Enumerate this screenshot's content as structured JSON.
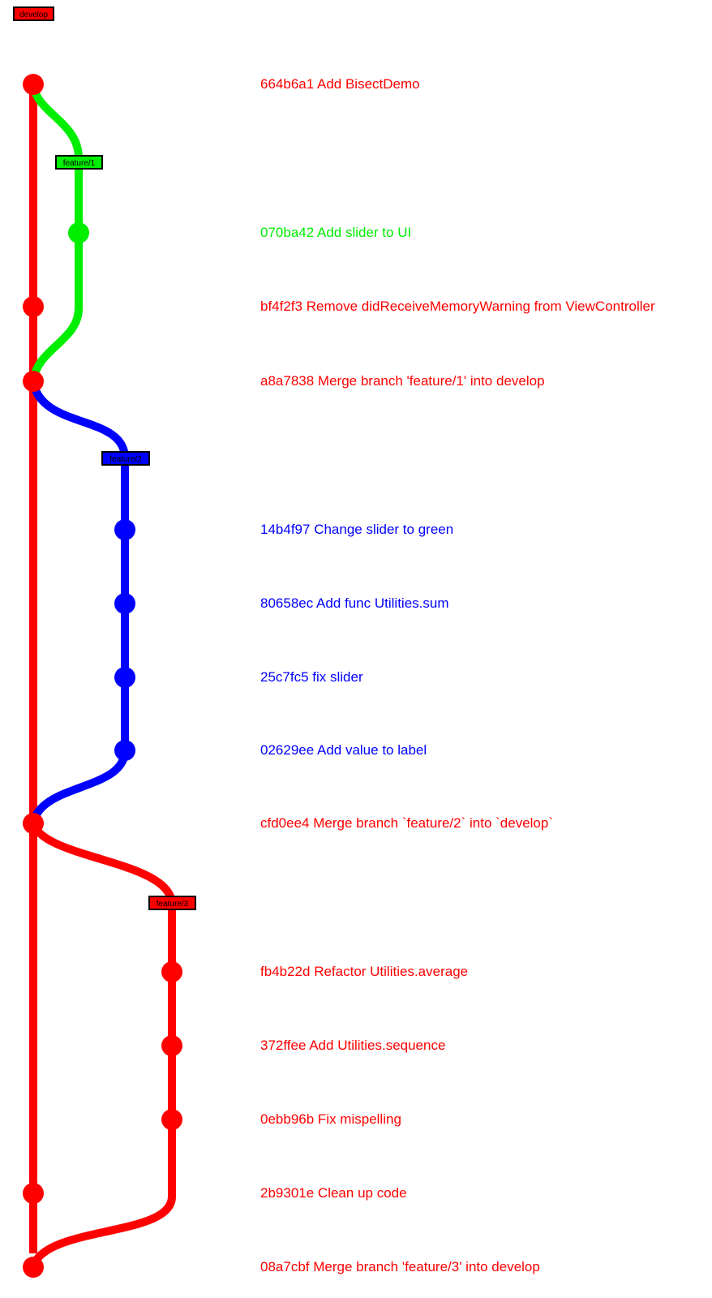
{
  "branches": [
    {
      "id": "develop",
      "label": "develop",
      "color": "#ff0000"
    },
    {
      "id": "feature1",
      "label": "feature/1",
      "color": "#00ee00"
    },
    {
      "id": "feature2",
      "label": "feature/2",
      "color": "#0000ff"
    },
    {
      "id": "feature3",
      "label": "feature/3",
      "color": "#ff0000"
    }
  ],
  "commits": [
    {
      "hash": "664b6a1",
      "message": "Add BisectDemo",
      "branch": "develop",
      "color": "#ff0000"
    },
    {
      "hash": "070ba42",
      "message": "Add slider to UI",
      "branch": "feature/1",
      "color": "#00ee00"
    },
    {
      "hash": "bf4f2f3",
      "message": "Remove didReceiveMemoryWarning from ViewController",
      "branch": "develop",
      "color": "#ff0000"
    },
    {
      "hash": "a8a7838",
      "message": "Merge branch 'feature/1' into develop",
      "branch": "develop",
      "color": "#ff0000"
    },
    {
      "hash": "14b4f97",
      "message": "Change slider to green",
      "branch": "feature/2",
      "color": "#0000ff"
    },
    {
      "hash": "80658ec",
      "message": "Add func Utilities.sum",
      "branch": "feature/2",
      "color": "#0000ff"
    },
    {
      "hash": "25c7fc5",
      "message": "fix slider",
      "branch": "feature/2",
      "color": "#0000ff"
    },
    {
      "hash": "02629ee",
      "message": "Add value to label",
      "branch": "feature/2",
      "color": "#0000ff"
    },
    {
      "hash": "cfd0ee4",
      "message": "Merge branch `feature/2` into `develop`",
      "branch": "develop",
      "color": "#ff0000"
    },
    {
      "hash": "fb4b22d",
      "message": "Refactor Utilities.average",
      "branch": "feature/3",
      "color": "#ff0000"
    },
    {
      "hash": "372ffee",
      "message": "Add Utilities.sequence",
      "branch": "feature/3",
      "color": "#ff0000"
    },
    {
      "hash": "0ebb96b",
      "message": "Fix mispelling",
      "branch": "feature/3",
      "color": "#ff0000"
    },
    {
      "hash": "2b9301e",
      "message": "Clean up code",
      "branch": "develop",
      "color": "#ff0000"
    },
    {
      "hash": "08a7cbf",
      "message": "Merge branch 'feature/3' into develop",
      "branch": "develop",
      "color": "#ff0000"
    }
  ]
}
